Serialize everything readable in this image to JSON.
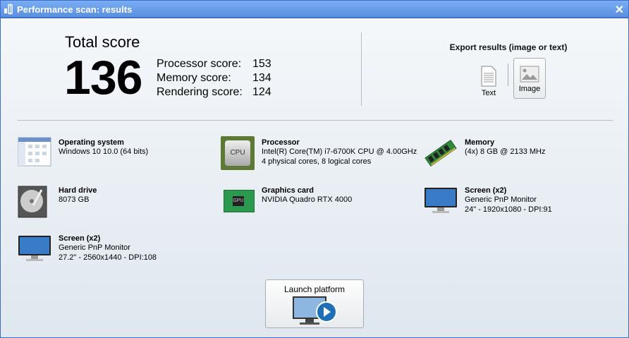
{
  "window": {
    "title": "Performance scan: results",
    "close_label": "✕"
  },
  "score": {
    "total_label": "Total score",
    "total": "136",
    "subs": [
      {
        "label": "Processor score:",
        "value": "153"
      },
      {
        "label": "Memory score:",
        "value": "134"
      },
      {
        "label": "Rendering score:",
        "value": "124"
      }
    ]
  },
  "export": {
    "title": "Export results (image or text)",
    "text_label": "Text",
    "image_label": "Image"
  },
  "items": [
    {
      "title": "Operating system",
      "lines": [
        "Windows 10 10.0 (64 bits)"
      ],
      "icon": "window-icon"
    },
    {
      "title": "Processor",
      "lines": [
        "Intel(R) Core(TM) i7-6700K CPU @ 4.00GHz",
        "4 physical cores, 8 logical cores"
      ],
      "icon": "cpu-icon",
      "icon_text": "CPU"
    },
    {
      "title": "Memory",
      "lines": [
        "(4x) 8 GB @ 2133 MHz"
      ],
      "icon": "ram-icon"
    },
    {
      "title": "Hard drive",
      "lines": [
        "8073 GB"
      ],
      "icon": "hard-drive-icon"
    },
    {
      "title": "Graphics card",
      "lines": [
        "NVIDIA Quadro RTX 4000"
      ],
      "icon": "gpu-icon",
      "icon_text": "GPU"
    },
    {
      "title": "Screen (x2)",
      "lines": [
        "Generic PnP Monitor",
        "24\" - 1920x1080 - DPI:91"
      ],
      "icon": "monitor-icon"
    },
    {
      "title": "Screen (x2)",
      "lines": [
        "Generic PnP Monitor",
        "27.2\" - 2560x1440 - DPI:108"
      ],
      "icon": "monitor-icon"
    }
  ],
  "launch": {
    "label": "Launch platform"
  }
}
